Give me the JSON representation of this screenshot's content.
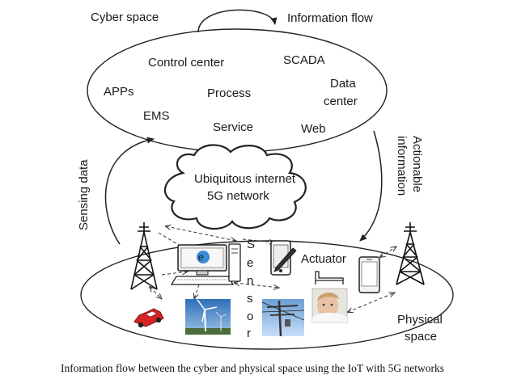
{
  "cyber": {
    "title": "Cyber space",
    "flow_label": "Information flow",
    "items": {
      "control_center": "Control center",
      "scada": "SCADA",
      "apps": "APPs",
      "process": "Process",
      "data_center_1": "Data",
      "data_center_2": "center",
      "ems": "EMS",
      "service": "Service",
      "web": "Web"
    }
  },
  "network": {
    "line1": "Ubiquitous internet",
    "line2": "5G  network"
  },
  "left_arrow_label": "Sensing data",
  "right_arrow_label_1": "Actionable",
  "right_arrow_label_2": "information",
  "physical": {
    "sensor_letters": [
      "S",
      "e",
      "n",
      "s",
      "o",
      "r"
    ],
    "actuator": "Actuator",
    "space_1": "Physical",
    "space_2": "space"
  },
  "caption": "Information flow between the cyber and physical space using the IoT with 5G networks"
}
